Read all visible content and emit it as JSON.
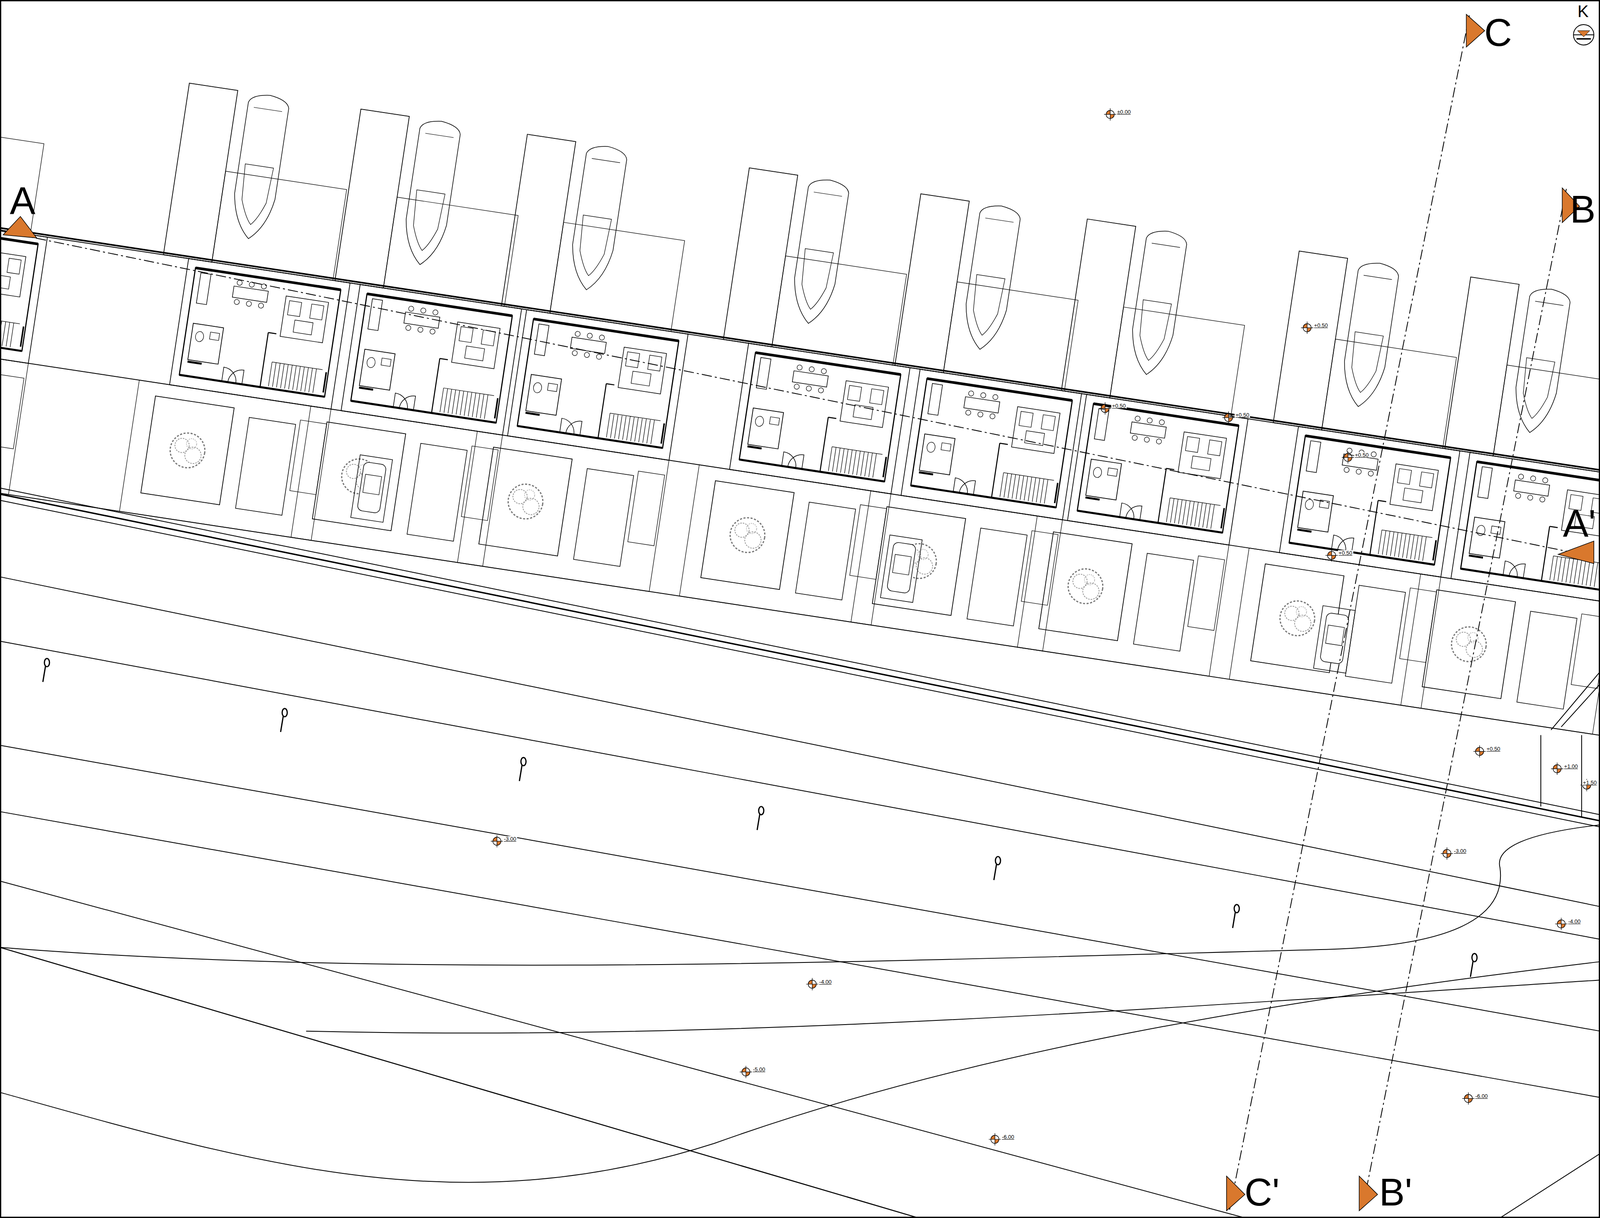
{
  "diagram": {
    "labels": [
      "A",
      "A'",
      "B",
      "B'",
      "C",
      "C'",
      "K",
      "±0.00",
      "+0.50",
      "+0.50",
      "+0.50",
      "+0.50",
      "+0.50",
      "+0.50",
      "+1.00",
      "+1.50",
      "-3.00",
      "-3.00",
      "-4.00",
      "-4.00",
      "-5.00",
      "-6.00",
      "-6.00"
    ]
  }
}
